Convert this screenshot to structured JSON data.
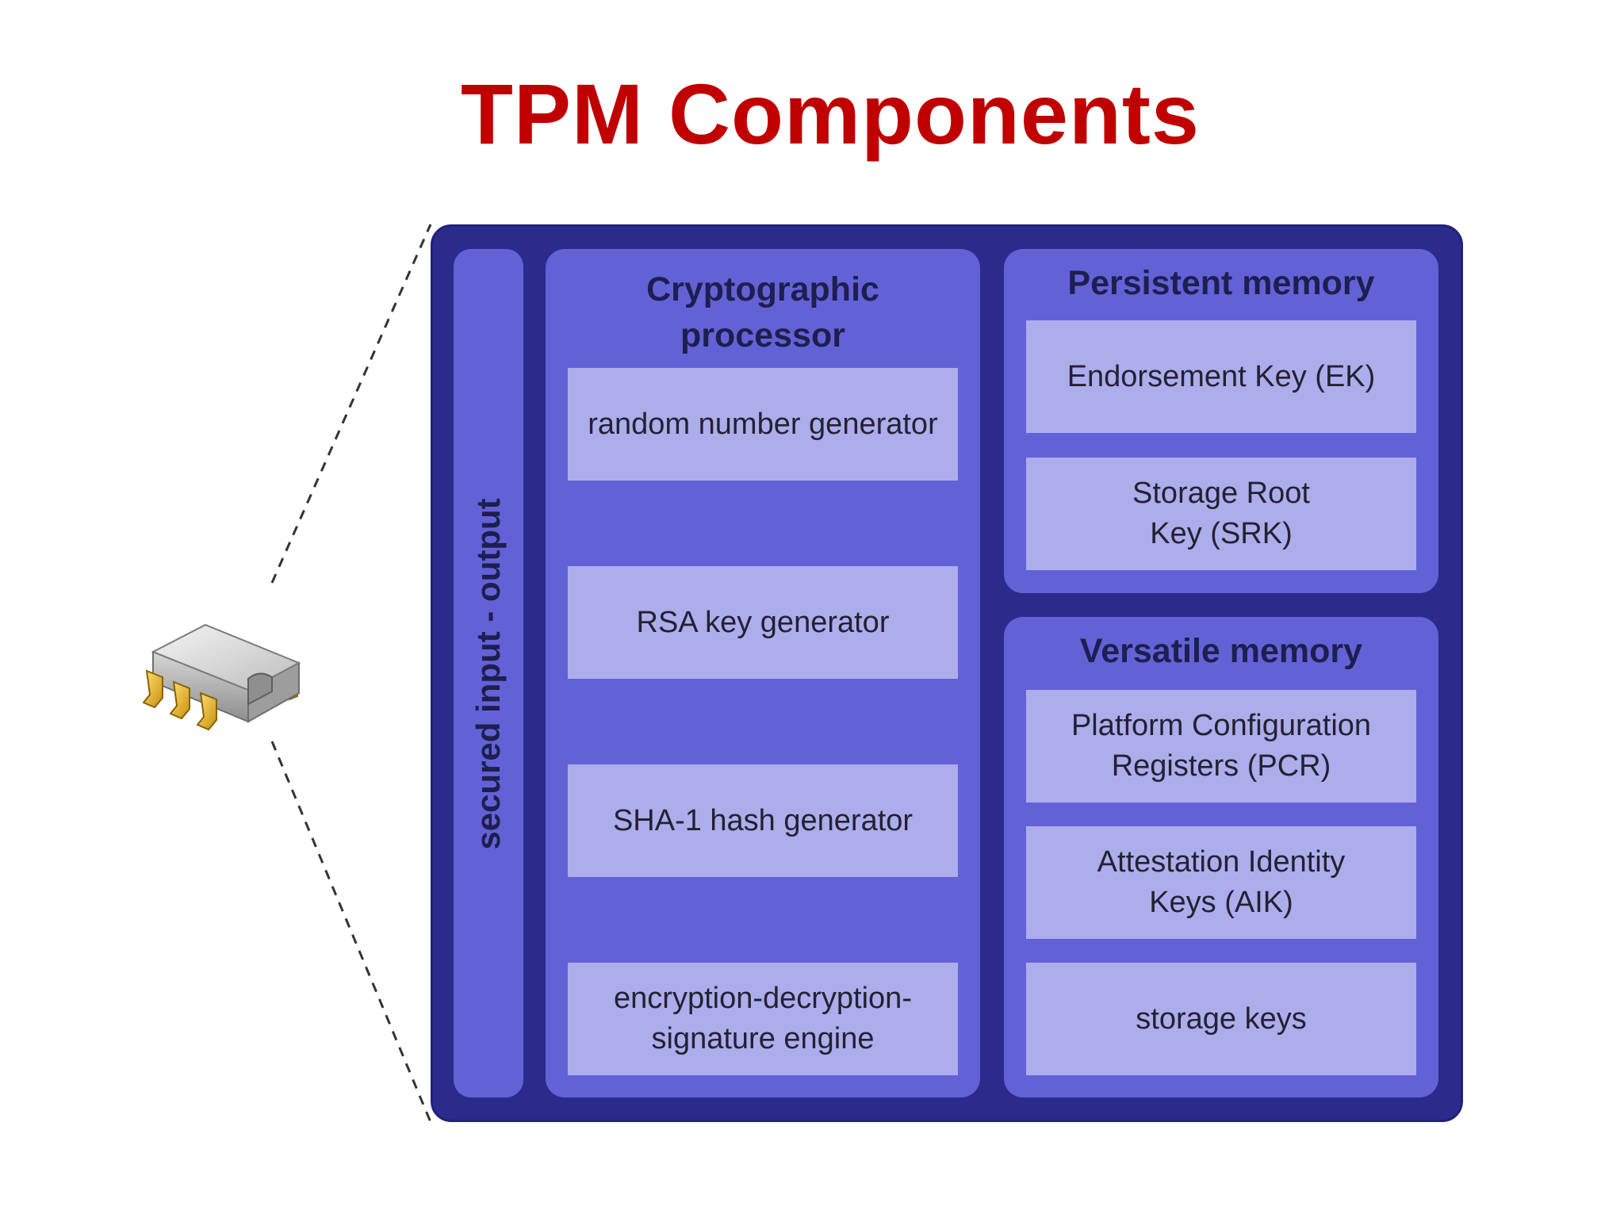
{
  "title": "TPM Components",
  "io_label": "secured input - output",
  "crypto": {
    "title": "Cryptographic processor",
    "items": [
      "random number generator",
      "RSA key generator",
      "SHA-1 hash generator",
      "encryption-decryption-signature engine"
    ]
  },
  "persistent": {
    "title": "Persistent memory",
    "items": [
      "Endorsement Key (EK)",
      "Storage Root Key (SRK)"
    ]
  },
  "versatile": {
    "title": "Versatile memory",
    "items": [
      "Platform Configuration Registers (PCR)",
      "Attestation Identity Keys (AIK)",
      "storage keys"
    ]
  },
  "icons": {
    "chip": "microchip-icon"
  },
  "colors": {
    "title": "#c00000",
    "outer": "#2b2b8c",
    "panel": "#6262d6",
    "box": "#adadec"
  }
}
